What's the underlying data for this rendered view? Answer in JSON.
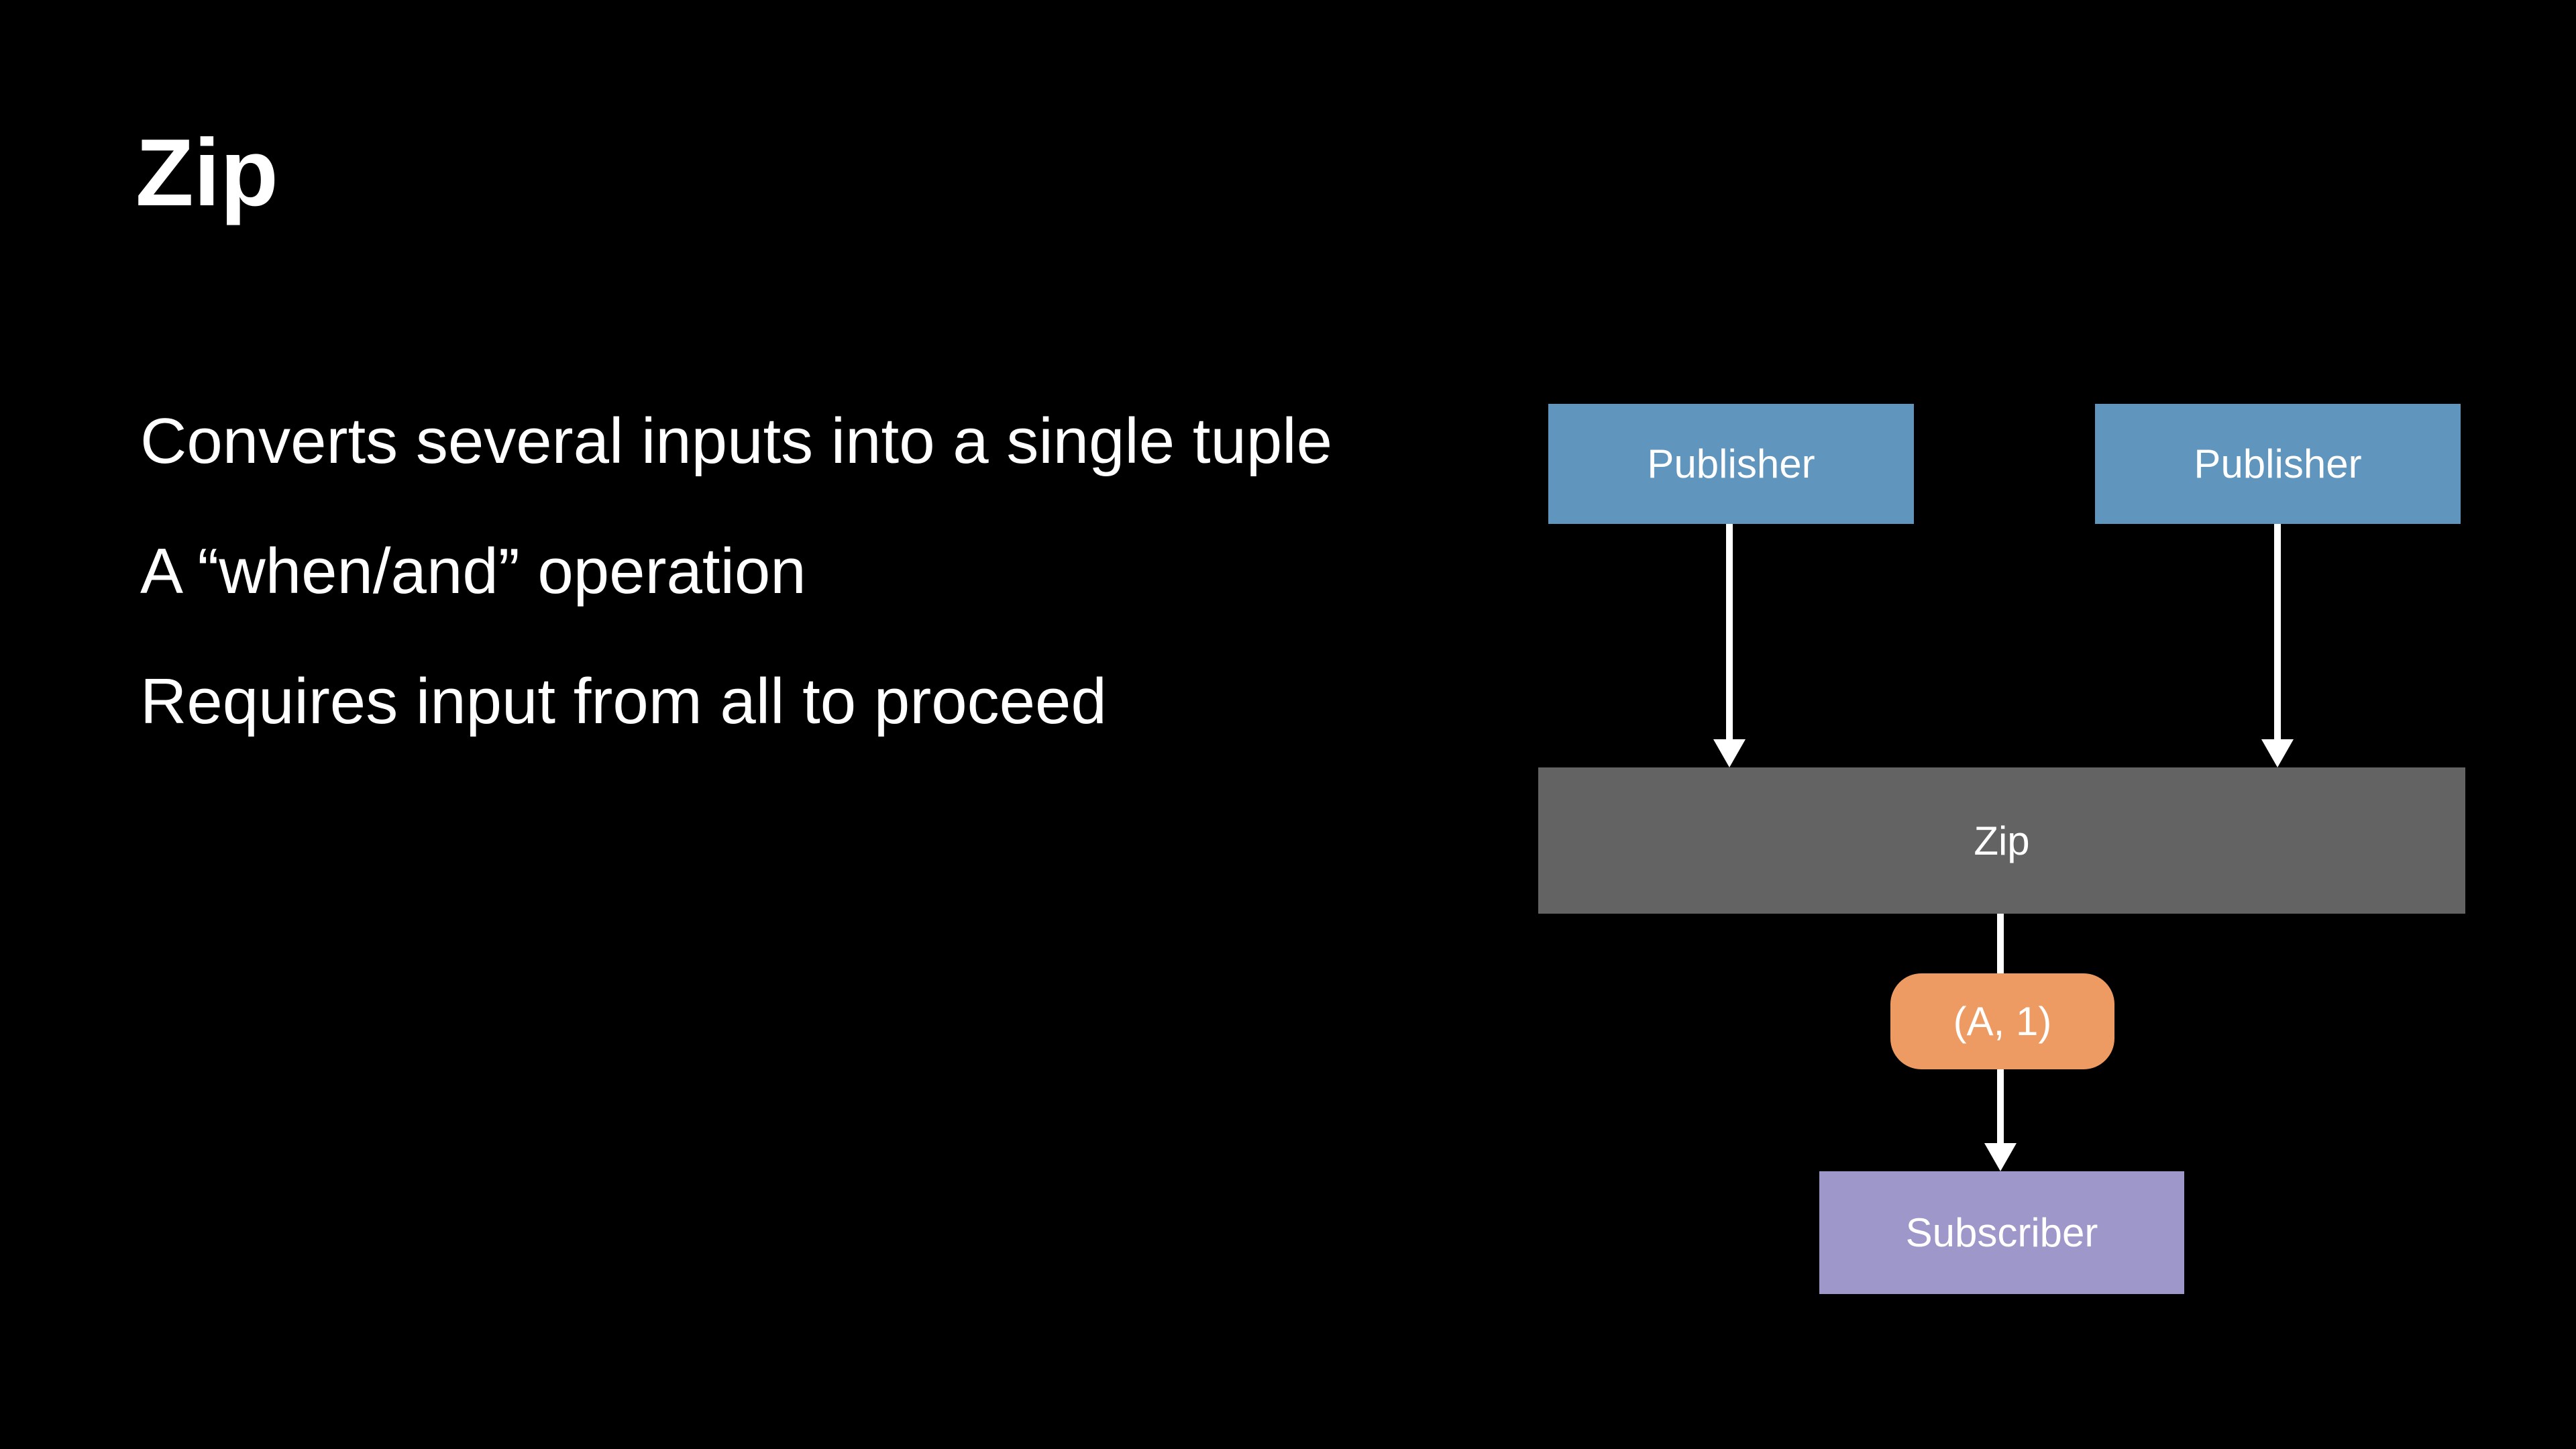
{
  "slide": {
    "title": "Zip",
    "bullets": [
      "Converts several inputs into a single tuple",
      "A “when/and” operation",
      "Requires input from all to proceed"
    ]
  },
  "diagram": {
    "nodes": [
      {
        "id": "publisher-1",
        "label": "Publisher"
      },
      {
        "id": "publisher-2",
        "label": "Publisher"
      },
      {
        "id": "zip",
        "label": "Zip"
      },
      {
        "id": "tuple",
        "label": "(A, 1)"
      },
      {
        "id": "subscriber",
        "label": "Subscriber"
      }
    ],
    "colors": {
      "publisher": "#6095BD",
      "zip": "#636363",
      "tuple": "#ED9B63",
      "subscriber": "#9E97C9",
      "arrow": "#FFFFFF",
      "text": "#FFFFFF",
      "background": "#000000"
    }
  }
}
